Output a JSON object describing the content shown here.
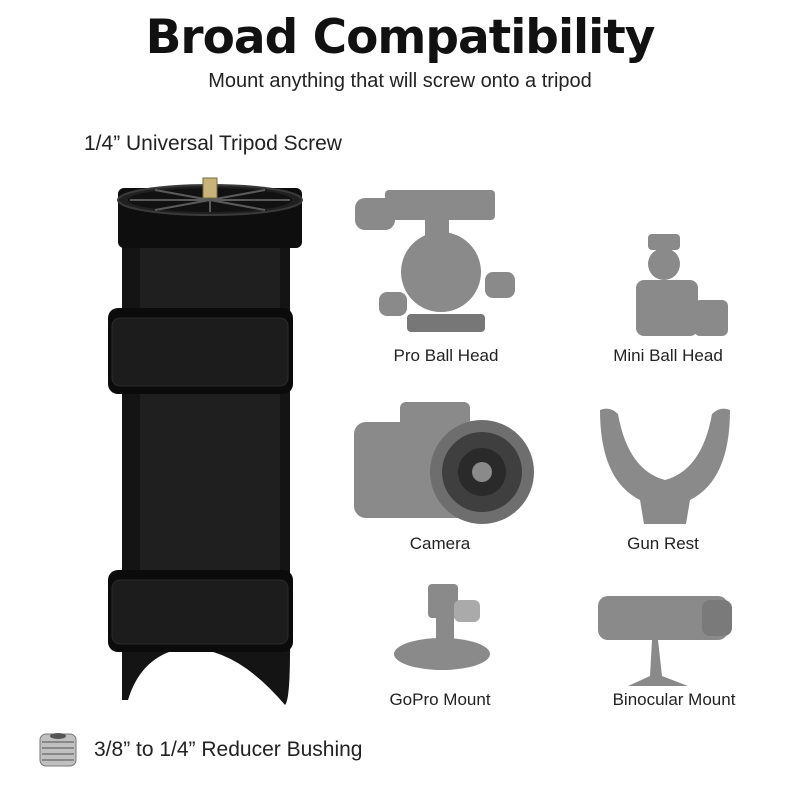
{
  "header": {
    "title": "Broad Compatibility",
    "subtitle": "Mount anything that will screw onto a tripod"
  },
  "labels": {
    "tripod_screw": "1/4” Universal Tripod Screw",
    "reducer_bushing": "3/8” to 1/4” Reducer Bushing"
  },
  "accessories": [
    {
      "label": "Pro Ball Head",
      "icon": "pro-ball-head-icon"
    },
    {
      "label": "Mini Ball Head",
      "icon": "mini-ball-head-icon"
    },
    {
      "label": "Camera",
      "icon": "camera-icon"
    },
    {
      "label": "Gun Rest",
      "icon": "gun-rest-icon"
    },
    {
      "label": "GoPro Mount",
      "icon": "gopro-mount-icon"
    },
    {
      "label": "Binocular Mount",
      "icon": "binocular-mount-icon"
    }
  ],
  "colors": {
    "product_black": "#111111",
    "accessory_gray": "#8a8a8a",
    "text": "#111111"
  }
}
